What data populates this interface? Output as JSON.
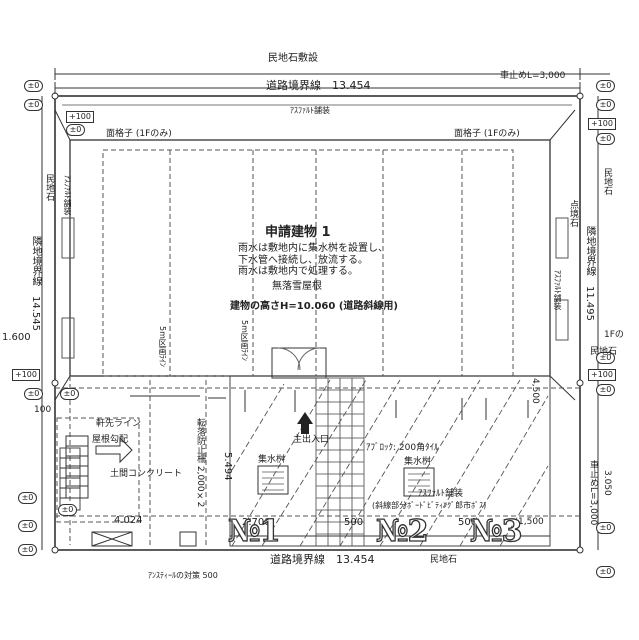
{
  "top": {
    "boundary": "民地石敷設",
    "road_line": "道路境界線　13.454",
    "asphalt": "ｱｽﾌｧﾙﾄ舗装",
    "curb_stop": "車止めL=3,000"
  },
  "markers": {
    "pm0": "±0",
    "plus100": "+100",
    "plus100b": "+100"
  },
  "lattice": {
    "left": "面格子 (1Fのみ)",
    "right": "面格子 (1Fのみ)"
  },
  "building": {
    "title": "申請建物 1",
    "note1": "雨水は敷地内に集水桝を設置し、",
    "note2": "下水管へ接続し、放流する。",
    "note3": "雨水は敷地内で処理する。",
    "roof": "無落雪屋根",
    "height": "建物の高さH=10.060 (道路斜線用)"
  },
  "left_side": {
    "stone": "民地石",
    "asphalt": "ｱｽﾌｧﾙﾄ舗装",
    "boundary_dim": "隣地境界線　14.545",
    "dim_1600": "1.600",
    "dim_100": "100",
    "eaves_line": "軒先ライン",
    "roof_slope": "屋根勾配",
    "concrete": "土間コンクリート",
    "dim_4024": "4.024",
    "bottom_note": "ｱﾝｽﾃｨｰﾙの対策 500"
  },
  "right_side": {
    "asphalt": "ｱｽﾌｧﾙﾄ舗装",
    "boundary_dim": "隣地境界線　11.495",
    "stone": "民地石",
    "point_stone": "点境石",
    "first_floor": "1Fの",
    "dim_4500": "4,500",
    "curb_stop": "車止めL=3,000",
    "dim_3050": "3.050",
    "stone2": "民地石"
  },
  "parking": {
    "entrance": "主出入口",
    "catch_basin_left": "集水桝",
    "catch_basin_right": "集水桝",
    "block_tile": "ｱﾌﾞﾛｯｸ: 200角ﾀｲﾙ",
    "asphalt": "ｱｽﾌｧﾙﾄ舗装",
    "parking_note": "(斜線部分ﾎﾞｰﾄﾞﾋﾞﾃｨﾝｸﾞ郎市ﾎﾞｽ)",
    "fall_prevention": "転落防止柵 2,000×2",
    "dim_5494": "5.494",
    "dim_2700": "2.700",
    "dim_500a": "500",
    "dim_500b": "500",
    "dim_1500": "1,500",
    "slot_line1": "5m区画ﾗｲﾝ",
    "slot_line2": "5m区画ﾗｲﾝ"
  },
  "bottom": {
    "road_line": "道路境界線　13.454",
    "stone": "民地石"
  },
  "slots": {
    "n1": "№1",
    "n2": "№2",
    "n3": "№3"
  }
}
